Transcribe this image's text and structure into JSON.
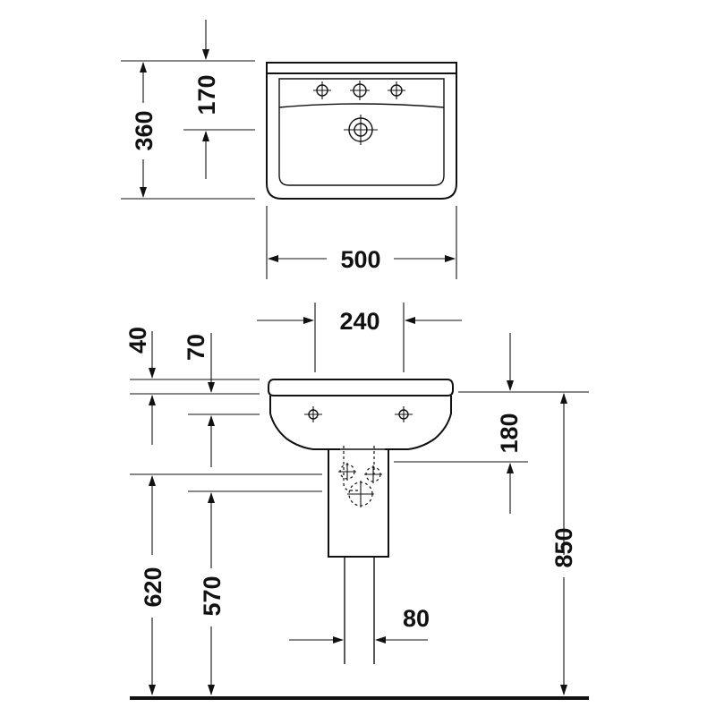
{
  "top_view": {
    "depth_total": "360",
    "depth_to_taphole": "170",
    "width": "500"
  },
  "front_view": {
    "fixing_spacing": "240",
    "rim_thickness": "40",
    "rim_to_fixing": "70",
    "basin_height": "180",
    "rim_height": "850",
    "floor_to_pedestal_top": "620",
    "floor_to_fixing": "570",
    "pipe_width": "80"
  }
}
